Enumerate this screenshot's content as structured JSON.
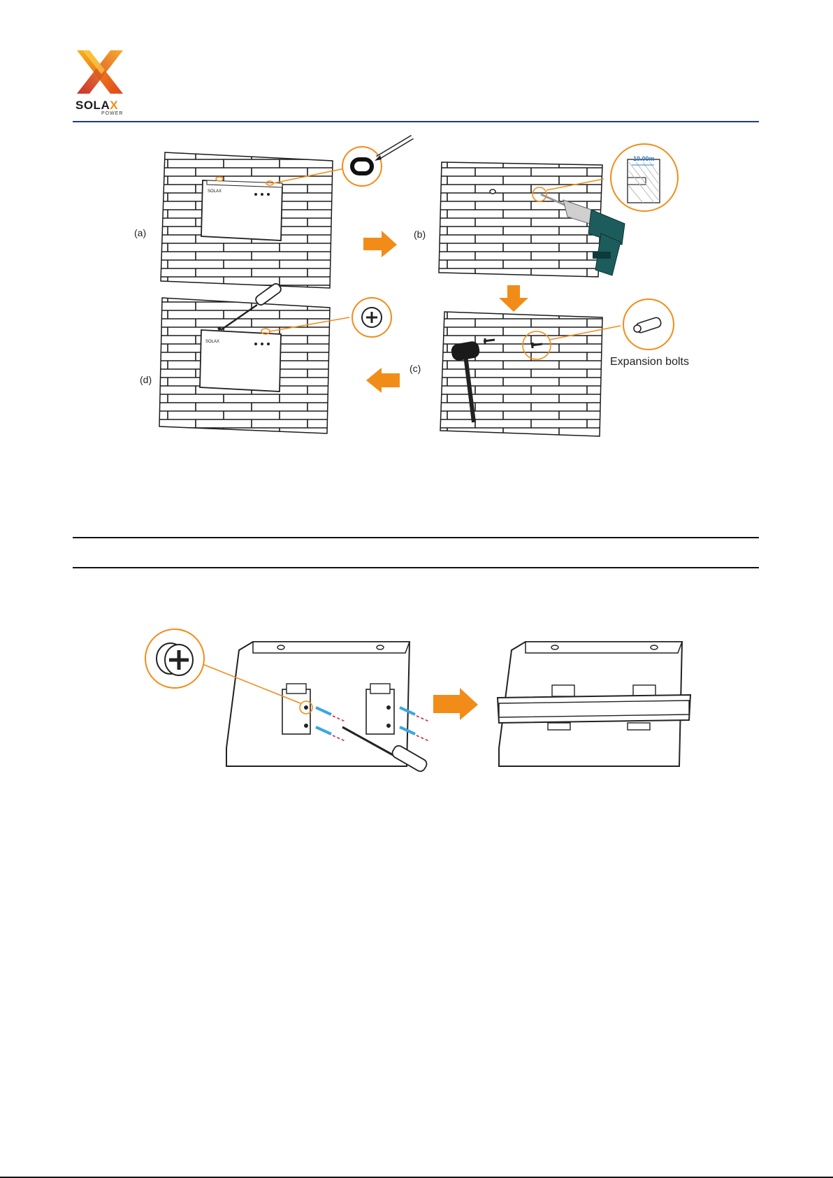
{
  "header": {
    "logo": {
      "brand": "SOLA",
      "brand_x": "X",
      "sub": "POWER"
    },
    "colors": {
      "accent": "#f28c18",
      "rule": "#1f3a8a"
    }
  },
  "figure1": {
    "steps": {
      "a": "(a)",
      "b": "(b)",
      "c": "(c)",
      "d": "(d)"
    },
    "callouts": {
      "drill_depth": "10.00m",
      "bolts": "Expansion bolts"
    }
  },
  "icons": [
    "pencil-icon",
    "drill-icon",
    "hammer-icon",
    "screwdriver-icon",
    "expansion-bolt-icon",
    "screw-head-icon",
    "arrow-right-icon",
    "arrow-down-icon",
    "arrow-left-icon"
  ]
}
